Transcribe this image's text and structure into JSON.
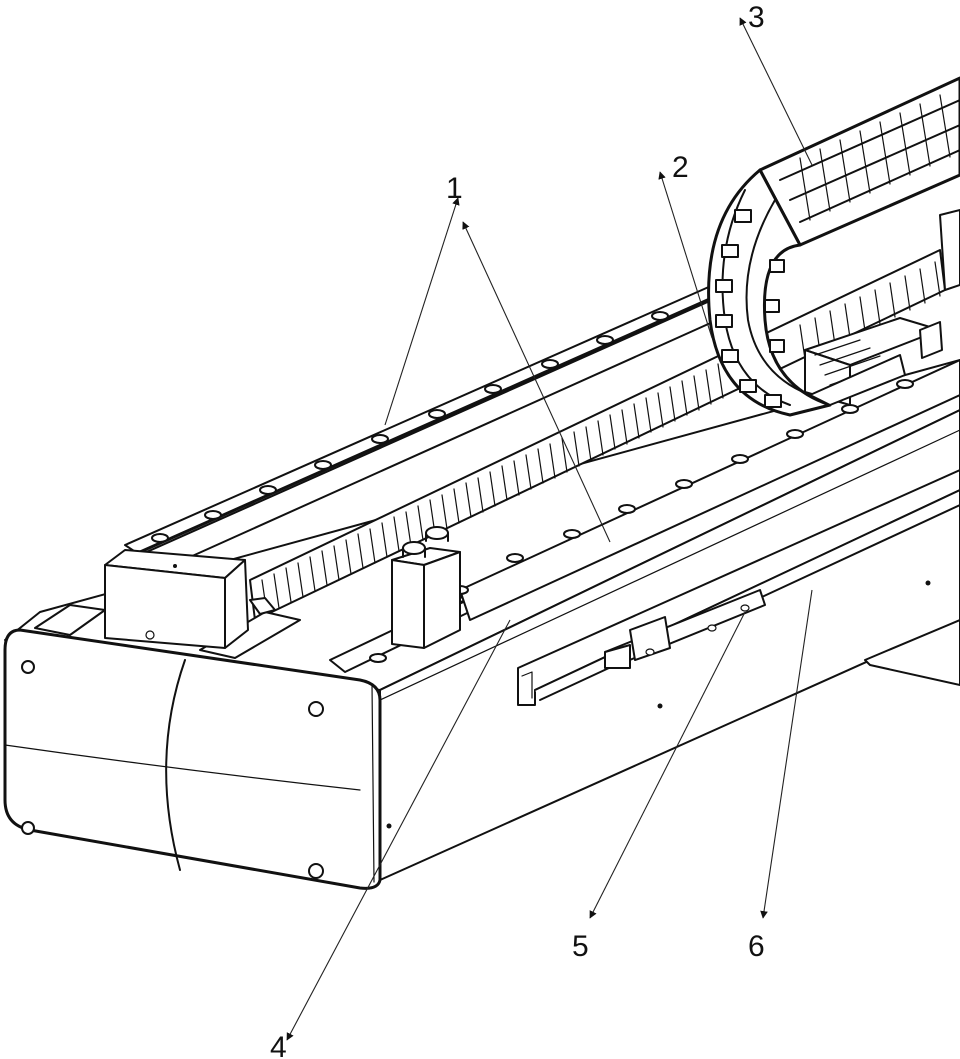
{
  "figure": {
    "labels": [
      {
        "id": "1",
        "text": "1"
      },
      {
        "id": "2",
        "text": "2"
      },
      {
        "id": "3",
        "text": "3"
      },
      {
        "id": "4",
        "text": "4"
      },
      {
        "id": "5",
        "text": "5"
      },
      {
        "id": "6",
        "text": "6"
      }
    ],
    "colors": {
      "line": "#111111",
      "background": "#ffffff"
    }
  }
}
